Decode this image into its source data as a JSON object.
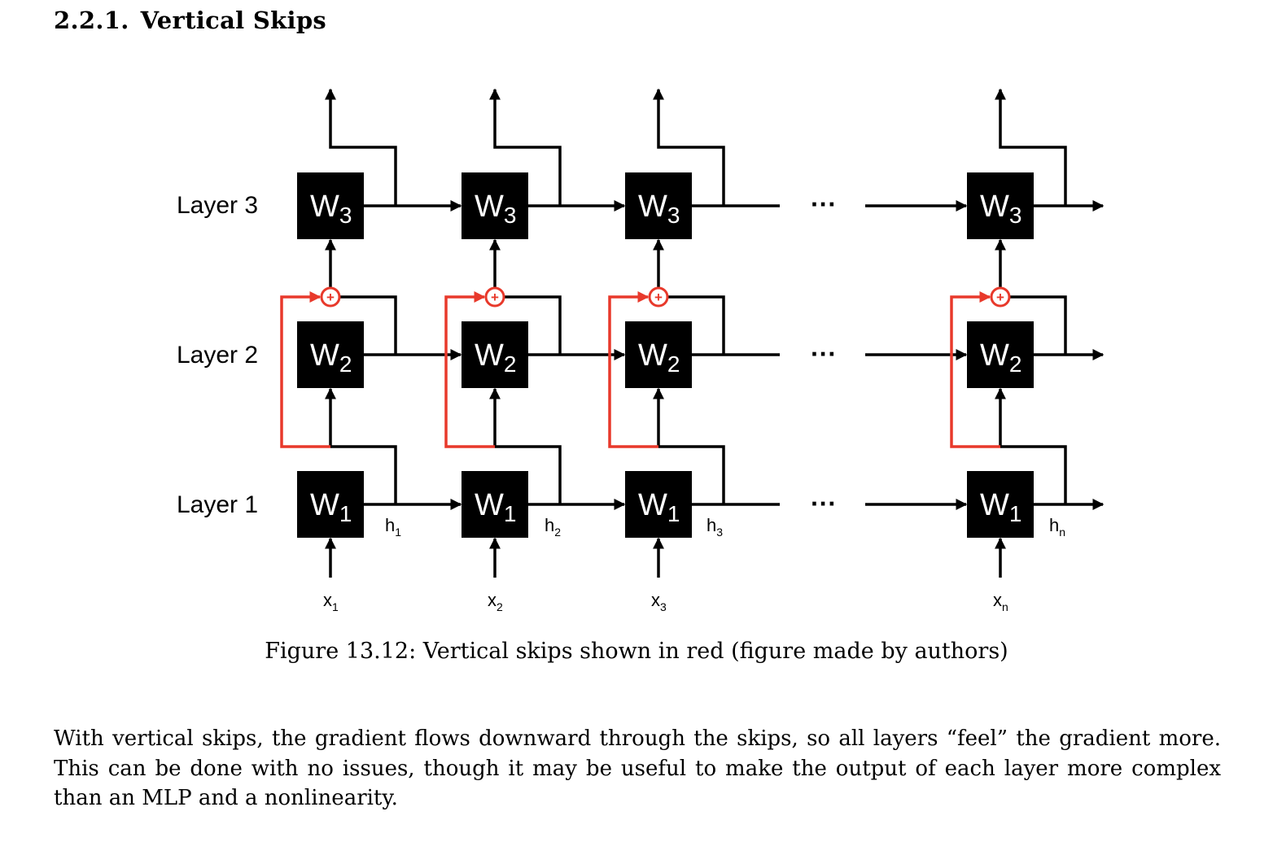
{
  "section": {
    "number": "2.2.1.",
    "title": "Vertical Skips"
  },
  "figure": {
    "layer_labels": [
      "Layer 3",
      "Layer 2",
      "Layer 1"
    ],
    "weights": {
      "w3_base": "W",
      "w3_sub": "3",
      "w2_base": "W",
      "w2_sub": "2",
      "w1_base": "W",
      "w1_sub": "1"
    },
    "hidden": [
      {
        "base": "h",
        "sub": "1"
      },
      {
        "base": "h",
        "sub": "2"
      },
      {
        "base": "h",
        "sub": "3"
      },
      {
        "base": "h",
        "sub": "n"
      }
    ],
    "inputs": [
      {
        "base": "x",
        "sub": "1"
      },
      {
        "base": "x",
        "sub": "2"
      },
      {
        "base": "x",
        "sub": "3"
      },
      {
        "base": "x",
        "sub": "n"
      }
    ],
    "ellipsis": "···",
    "plus_symbol": "+",
    "skip_color": "#e8392b",
    "caption": "Figure 13.12: Vertical skips shown in red (figure made by authors)"
  },
  "paragraph": "With vertical skips, the gradient flows downward through the skips, so all layers “feel” the gradient more. This can be done with no issues, though it may be useful to make the output of each layer more complex than an MLP and a nonlinearity."
}
